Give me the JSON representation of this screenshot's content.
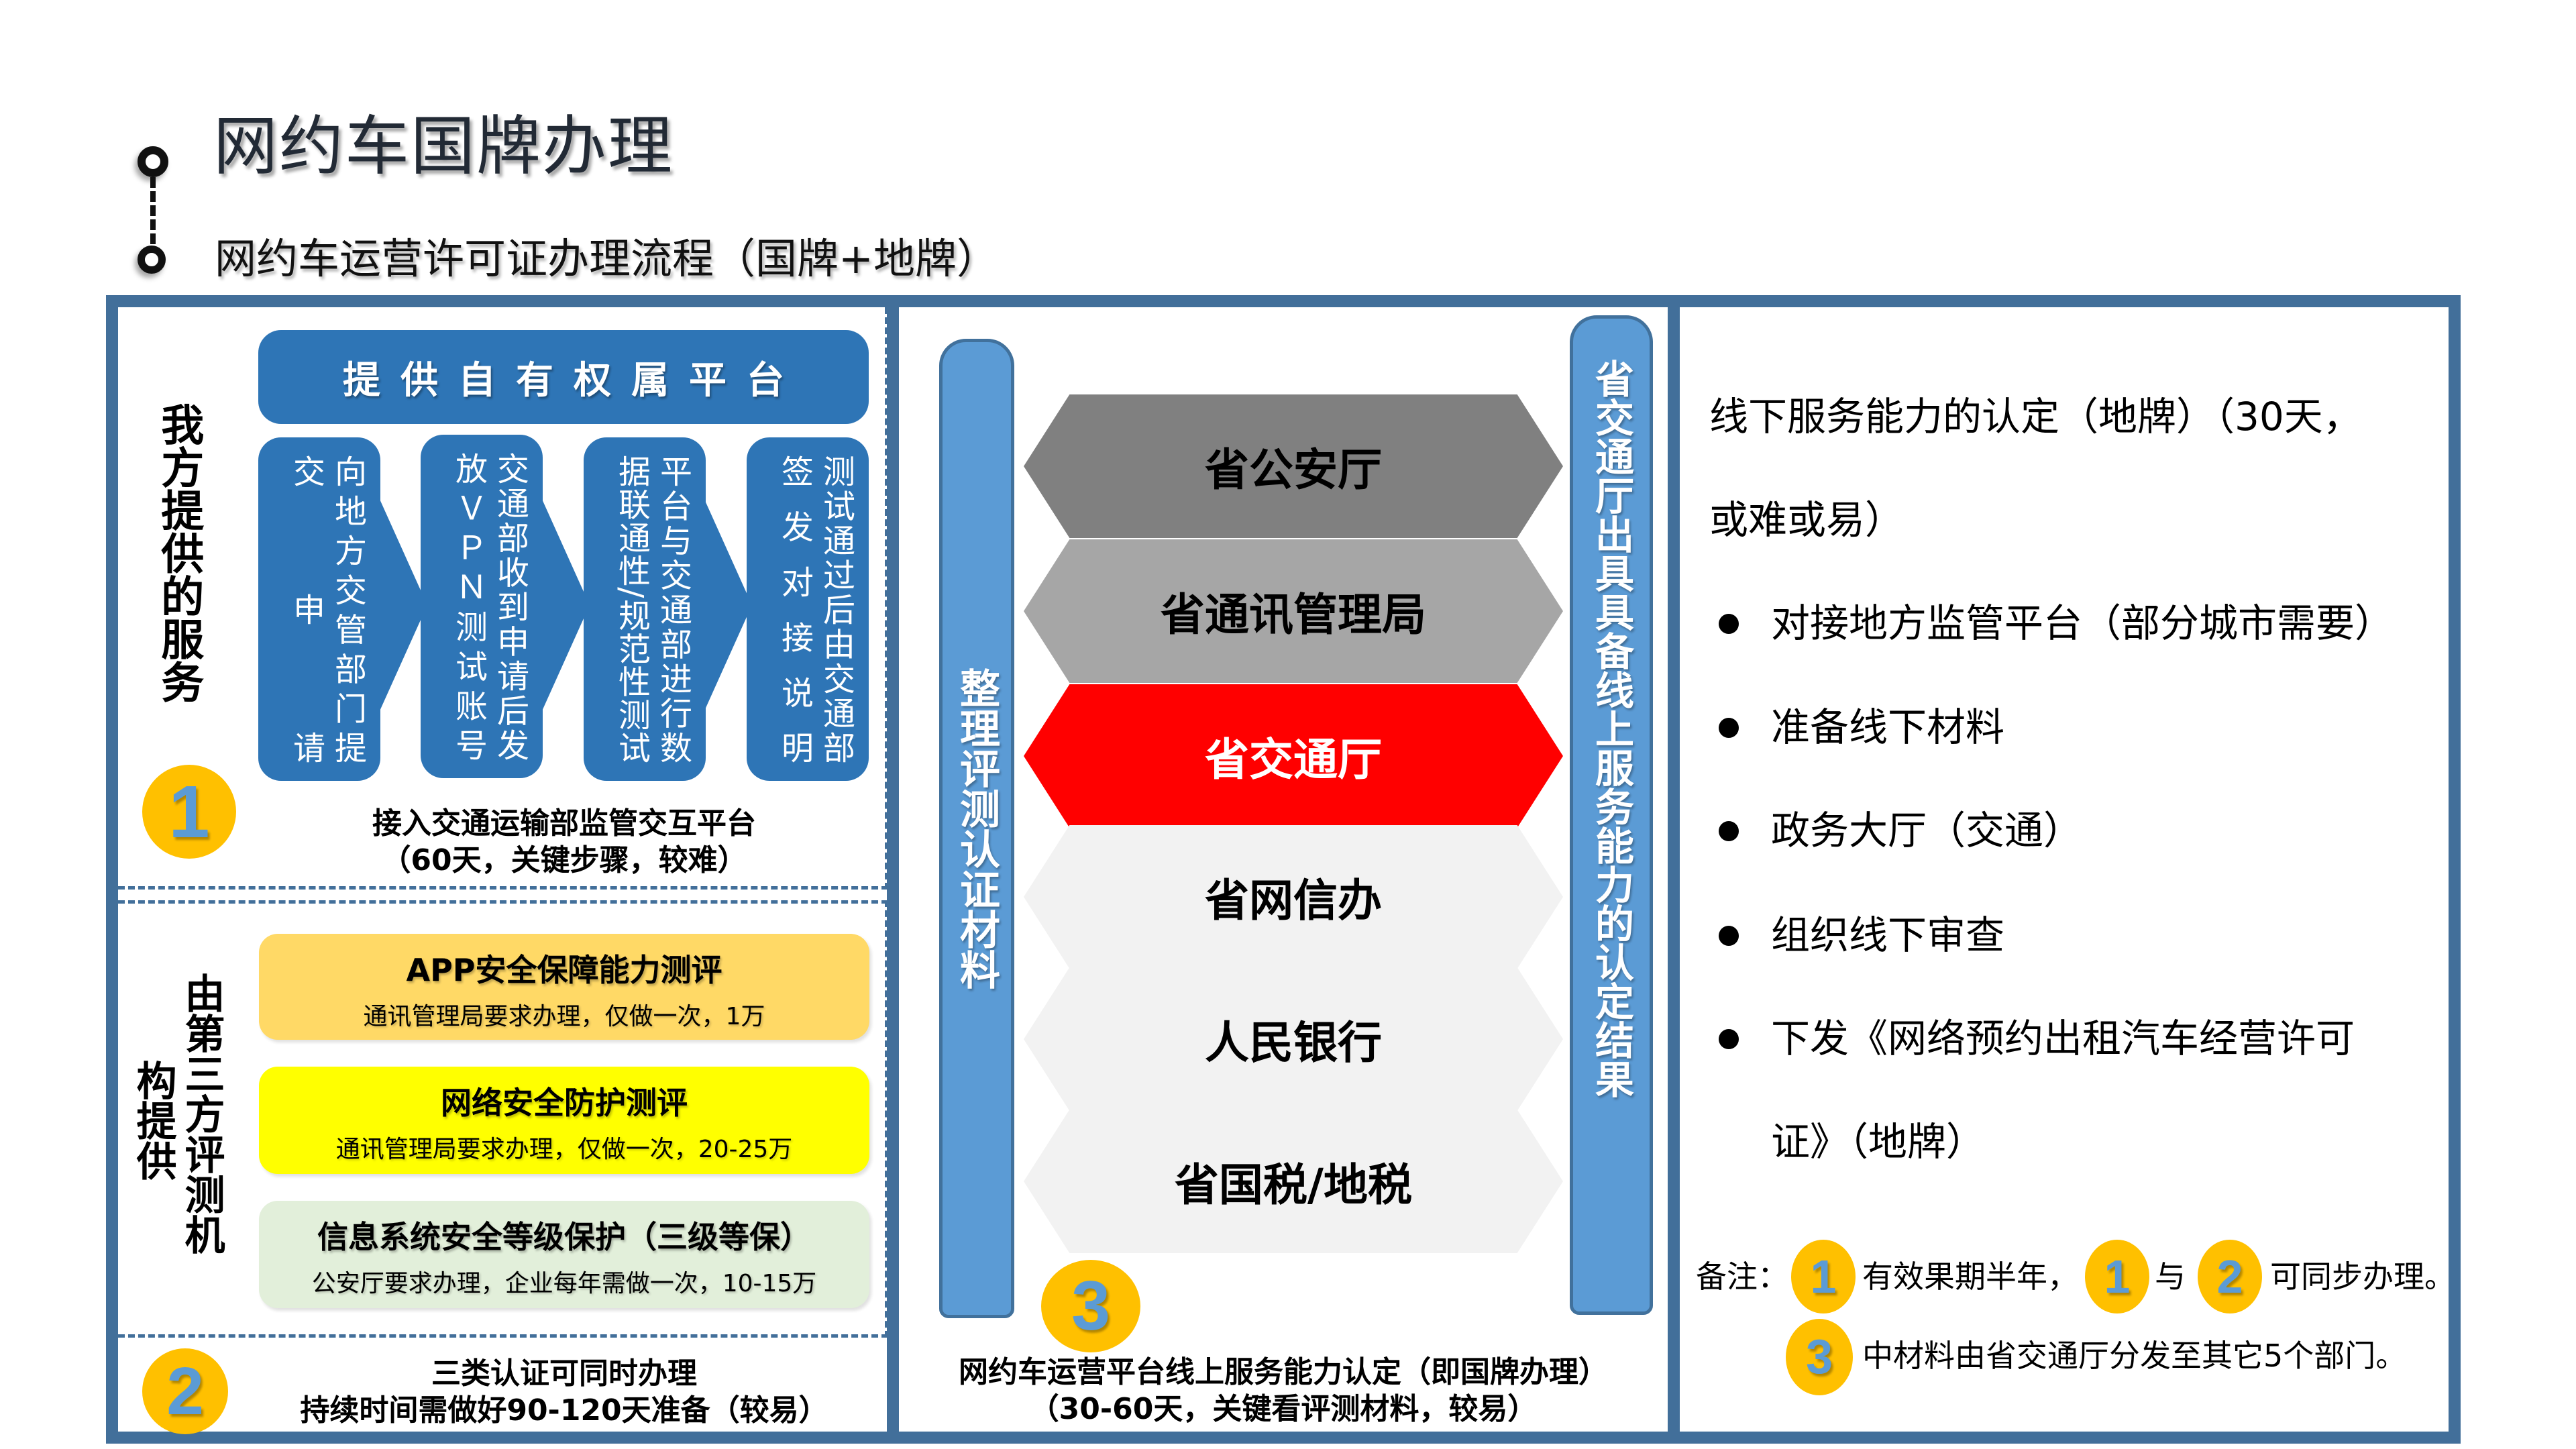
{
  "header": {
    "title": "网约车国牌办理",
    "subtitle": "网约车运营许可证办理流程（国牌+地牌）"
  },
  "colors": {
    "frame": "#426f9a",
    "step_blue": "#2e75b6",
    "pill_blue": "#5b9bd5",
    "badge_yellow": "#ffc000",
    "card_app": "#ffd966",
    "card_network": "#ffff00",
    "card_level": "#e2efda",
    "hex_police": "#808080",
    "hex_telecom": "#a6a6a6",
    "hex_transport": "#ff0000",
    "hex_other": "#f2f2f2"
  },
  "left": {
    "our_services": {
      "label": "我方提供的服务",
      "header_bar": "提供自有权属平台",
      "steps": [
        {
          "col1": "向地方交管部门提",
          "col2": "交　申　请"
        },
        {
          "col1": "交通部收到申请后发",
          "col2": "放ＶＰＮ测试账号"
        },
        {
          "col1": "平台与交通部进行数",
          "col2": "据联通性/规范性测试"
        },
        {
          "col1": "测试通过后由交通部",
          "col2": "签发对接说明"
        }
      ],
      "badge": "1",
      "caption_line1": "接入交通运输部监管交互平台",
      "caption_line2": "（60天，关键步骤，较难）"
    },
    "third_party": {
      "label_col1": "由第三方评测机",
      "label_col2": "构提供",
      "cards": [
        {
          "title": "APP安全保障能力测评",
          "desc": "通讯管理局要求办理，仅做一次，1万"
        },
        {
          "title": "网络安全防护测评",
          "desc": "通讯管理局要求办理，仅做一次，20-25万"
        },
        {
          "title": "信息系统安全等级保护（三级等保）",
          "desc": "公安厅要求办理，企业每年需做一次，10-15万"
        }
      ],
      "badge": "2",
      "caption_line1": "三类认证可同时办理",
      "caption_line2": "持续时间需做好90-120天准备（较易）"
    }
  },
  "middle": {
    "left_pill": "整理评测认证材料",
    "right_pill": "省交通厅出具具备线上服务能力的认定结果",
    "departments": [
      "省公安厅",
      "省通讯管理局",
      "省交通厅",
      "省网信办",
      "人民银行",
      "省国税/地税"
    ],
    "badge": "3",
    "caption_line1": "网约车运营平台线上服务能力认定（即国牌办理）",
    "caption_line2": "（30-60天，关键看评测材料，较易）"
  },
  "right": {
    "intro_line1": "线下服务能力的认定（地牌）（30天，",
    "intro_line2": "或难或易）",
    "bullets": [
      "对接地方监管平台（部分城市需要）",
      "准备线下材料",
      "政务大厅（交通）",
      "组织线下审查",
      "下发《网络预约出租汽车经营许可",
      "证》（地牌）"
    ],
    "note": {
      "label": "备注：",
      "badge_a": "1",
      "text_a": "有效果期半年，",
      "badge_b": "1",
      "text_b": "与",
      "badge_c": "2",
      "text_c": "可同步办理。",
      "badge_d": "3",
      "text_d": "中材料由省交通厅分发至其它5个部门。"
    }
  }
}
